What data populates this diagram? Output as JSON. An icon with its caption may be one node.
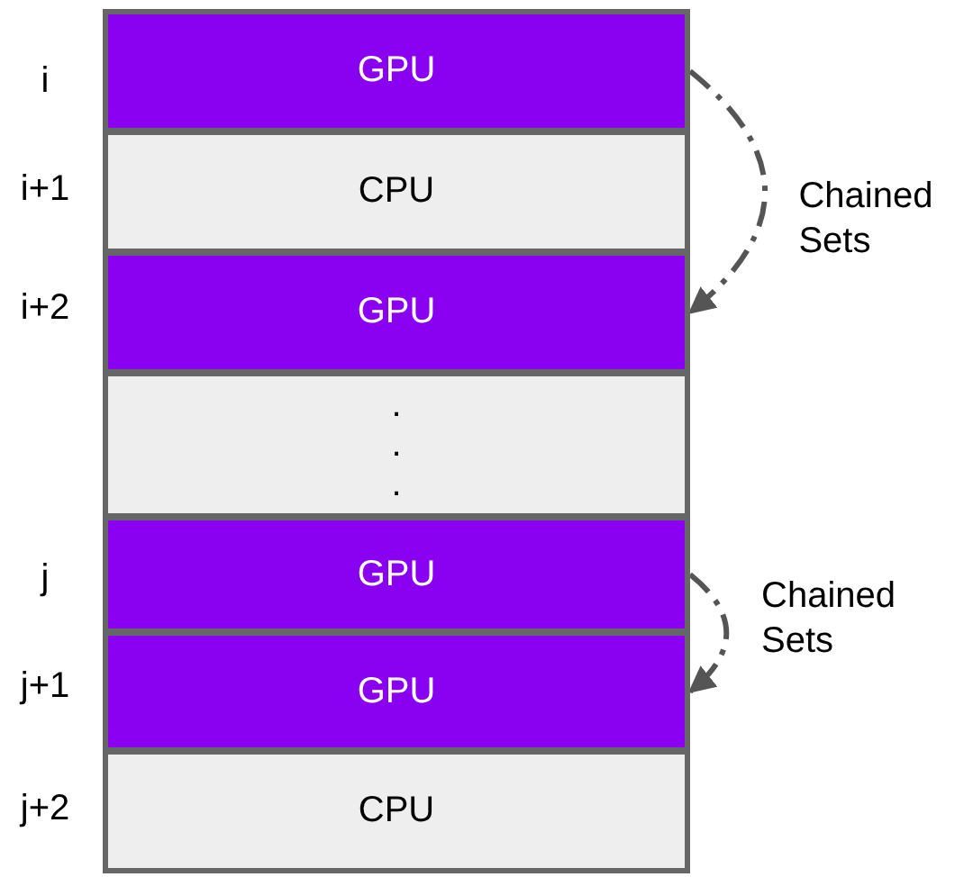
{
  "diagram": {
    "nodes": [
      {
        "text": [
          "GPU"
        ],
        "beside": [
          "i"
        ]
      },
      {
        "text": [
          "CPU"
        ],
        "beside": [
          "i+1"
        ]
      },
      {
        "text": [
          "GPU"
        ],
        "beside": [
          "i+2"
        ]
      },
      {
        "text": [
          ".",
          ".",
          "."
        ]
      },
      {
        "text": [
          "GPU"
        ],
        "beside": [
          "j"
        ]
      },
      {
        "text": [
          "GPU"
        ],
        "beside": [
          "j+1"
        ]
      },
      {
        "text": [
          "CPU"
        ],
        "beside": [
          "j+2"
        ]
      }
    ],
    "edges": [
      {
        "from": 0,
        "to": 2,
        "arrow": "to",
        "style": "dashed",
        "label": "Chained Sets"
      },
      {
        "from": 4,
        "to": 5,
        "arrow": "to",
        "style": "dashed",
        "label": "Chained Sets"
      }
    ]
  }
}
